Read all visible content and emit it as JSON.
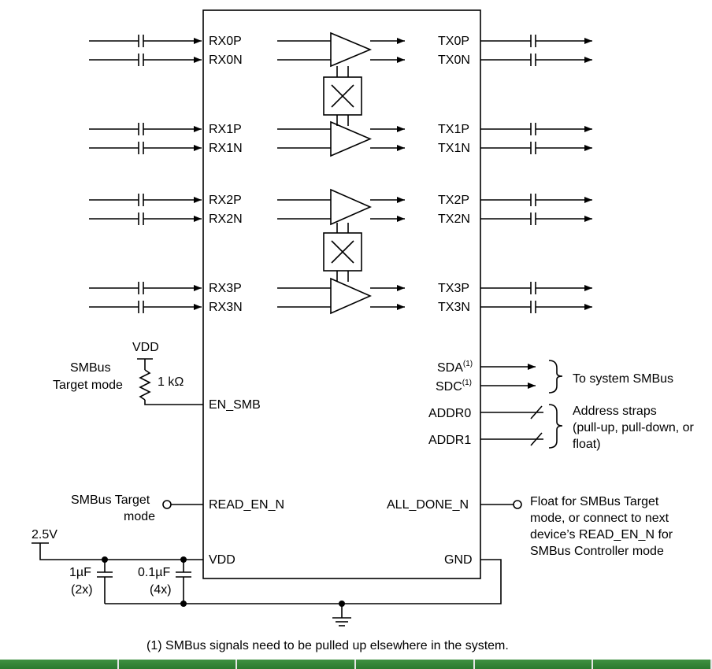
{
  "inputs": [
    {
      "label": "RX0P"
    },
    {
      "label": "RX0N"
    },
    {
      "label": "RX1P"
    },
    {
      "label": "RX1N"
    },
    {
      "label": "RX2P"
    },
    {
      "label": "RX2N"
    },
    {
      "label": "RX3P"
    },
    {
      "label": "RX3N"
    }
  ],
  "outputs": [
    {
      "label": "TX0P"
    },
    {
      "label": "TX0N"
    },
    {
      "label": "TX1P"
    },
    {
      "label": "TX1N"
    },
    {
      "label": "TX2P"
    },
    {
      "label": "TX2N"
    },
    {
      "label": "TX3P"
    },
    {
      "label": "TX3N"
    }
  ],
  "left_pins": {
    "vdd_top": "VDD",
    "smbus_target_mode_line1": "SMBus",
    "smbus_target_mode_line2": "Target mode",
    "resistor": "1 kΩ",
    "en_smb": "EN_SMB",
    "read_en_ext_line1": "SMBus Target",
    "read_en_ext_line2": "mode",
    "read_en_n": "READ_EN_N",
    "supply": "2.5V",
    "vdd": "VDD",
    "cap1_value": "1µF",
    "cap1_count": "(2x)",
    "cap2_value": "0.1µF",
    "cap2_count": "(4x)"
  },
  "right_pins": {
    "sda": "SDA",
    "sdc": "SDC",
    "footnote_mark": "(1)",
    "system_smbus": "To system SMBus",
    "addr0": "ADDR0",
    "addr1": "ADDR1",
    "addr_note_line1": "Address straps",
    "addr_note_line2": "(pull-up, pull-down, or",
    "addr_note_line3": "float)",
    "all_done_n": "ALL_DONE_N",
    "all_done_note_line1": "Float for SMBus Target",
    "all_done_note_line2": "mode, or connect to next",
    "all_done_note_line3": "device’s READ_EN_N for",
    "all_done_note_line4": "SMBus Controller mode",
    "gnd": "GND"
  },
  "footnote": "(1)  SMBus signals need to be pulled up elsewhere in the system."
}
